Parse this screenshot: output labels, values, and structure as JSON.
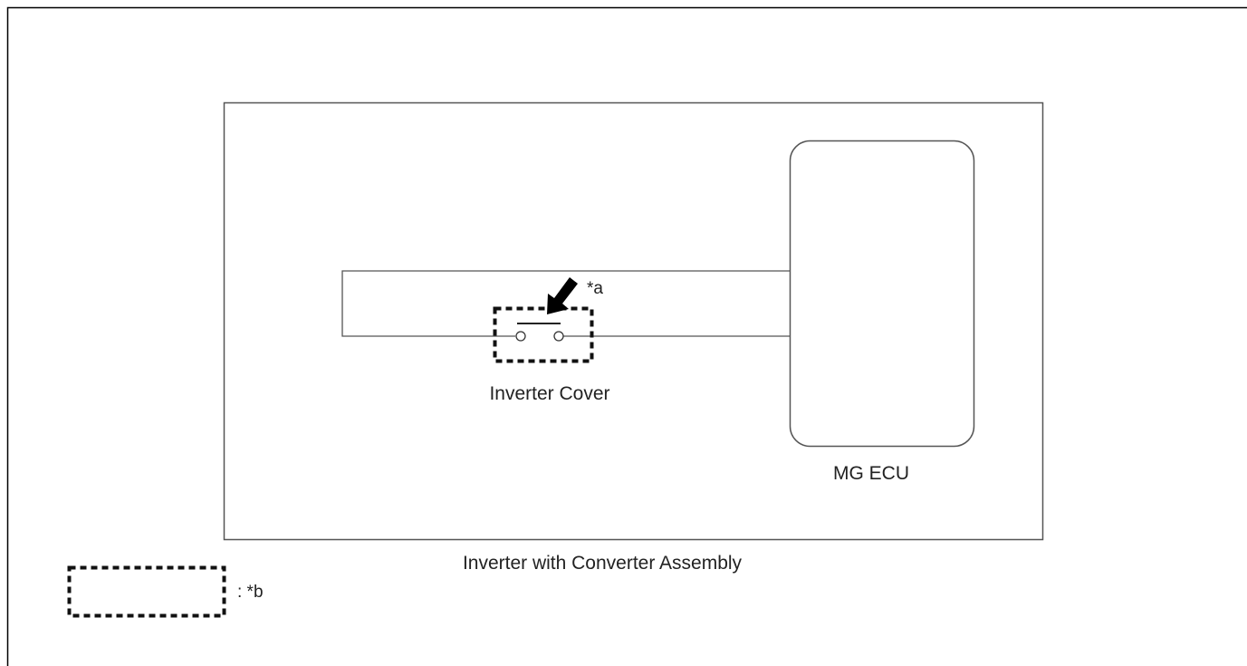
{
  "diagram": {
    "assembly_label": "Inverter with Converter Assembly",
    "ecu_label": "MG ECU",
    "cover_label": "Inverter Cover",
    "callout_a": "*a",
    "legend": {
      "text": ": *b"
    }
  },
  "colors": {
    "line": "#555555",
    "text": "#222222",
    "dotted": "#111111",
    "arrow": "#000000"
  }
}
